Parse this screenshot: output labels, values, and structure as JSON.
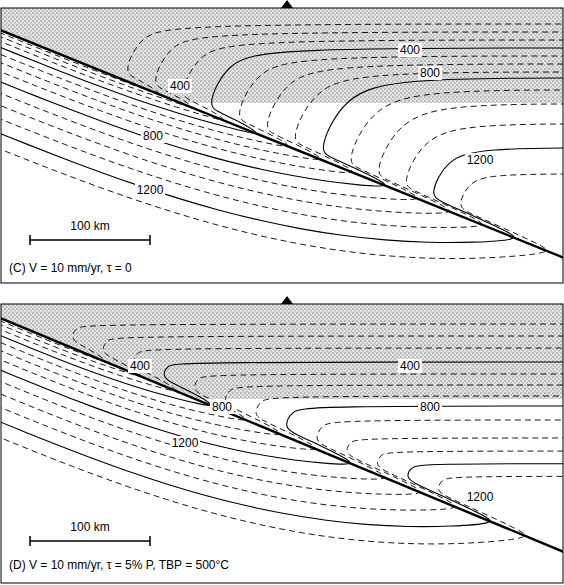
{
  "diagram": {
    "labels": [
      "400",
      "800",
      "400",
      "800",
      "1200",
      "1200",
      "100 km",
      "(C) V = 10 mm/yr, τ = 0",
      "400",
      "800",
      "400",
      "800",
      "1200",
      "1200",
      "100 km",
      "(D) V = 10 mm/yr, τ = 5% P, TBP = 500°C"
    ]
  }
}
